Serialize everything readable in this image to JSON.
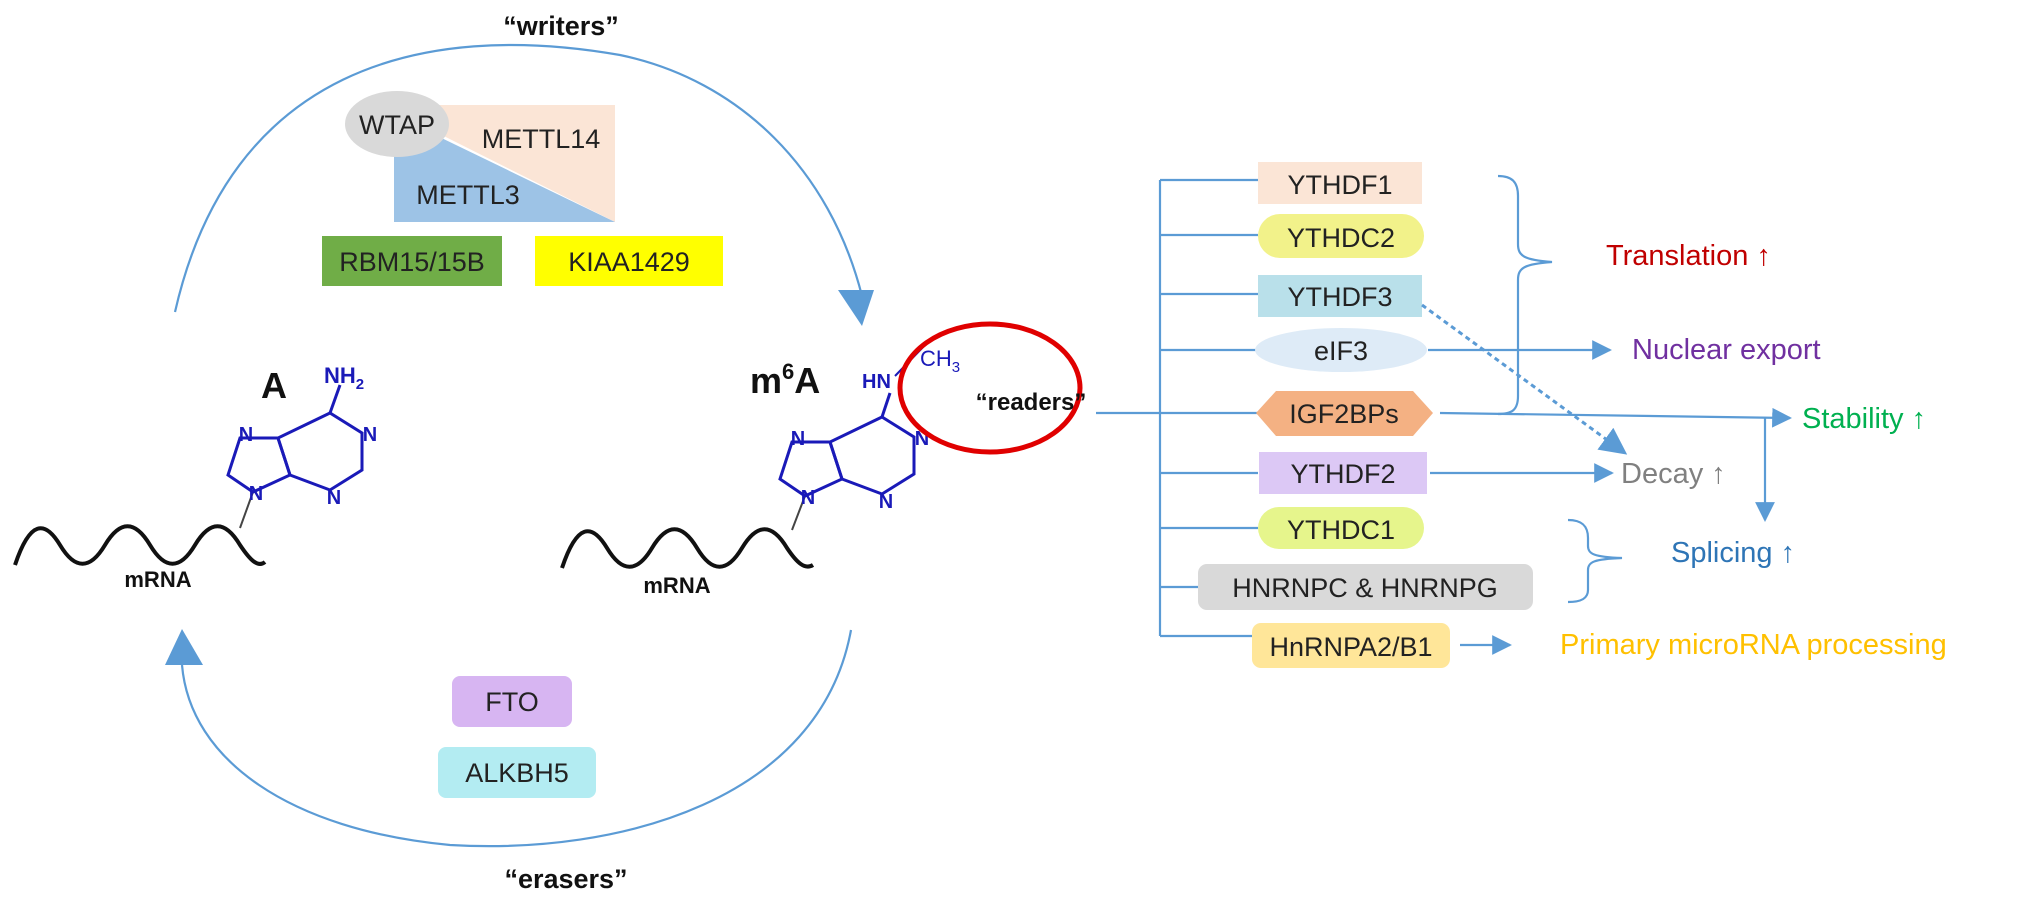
{
  "cycle": {
    "writers_label": "“writers”",
    "erasers_label": "“erasers”",
    "readers_label": "“readers”"
  },
  "molecules": {
    "a_label": "A",
    "m6a_prefix": "m",
    "m6a_superscript": "6",
    "m6a_suffix": "A",
    "nh2_main": "NH",
    "nh2_sub": "2",
    "hn_label": "HN",
    "ch3_main": "CH",
    "ch3_sub": "3",
    "n_atom": "N",
    "mrna_label": "mRNA"
  },
  "writers": [
    {
      "label": "WTAP",
      "color": "#d9d9d9"
    },
    {
      "label": "METTL14",
      "color": "#fbe5d6"
    },
    {
      "label": "METTL3",
      "color": "#9dc3e6"
    },
    {
      "label": "RBM15/15B",
      "color": "#70ad47"
    },
    {
      "label": "KIAA1429",
      "color": "#ffff00"
    }
  ],
  "erasers": [
    {
      "label": "FTO",
      "color": "#d7b5f2"
    },
    {
      "label": "ALKBH5",
      "color": "#b3ecf2"
    }
  ],
  "readers": [
    {
      "label": "YTHDF1",
      "color": "#fbe5d6"
    },
    {
      "label": "YTHDC2",
      "color": "#f2f28a"
    },
    {
      "label": "YTHDF3",
      "color": "#b9e0ea"
    },
    {
      "label": "eIF3",
      "color": "#deebf7"
    },
    {
      "label": "IGF2BPs",
      "color": "#f4b183"
    },
    {
      "label": "YTHDF2",
      "color": "#dcc8f5"
    },
    {
      "label": "YTHDC1",
      "color": "#e6f58c"
    },
    {
      "label": "HNRNPC & HNRNPG",
      "color": "#d9d9d9"
    },
    {
      "label": "HnRNPA2/B1",
      "color": "#ffe699"
    }
  ],
  "outcomes": [
    {
      "label": "Translation ↑",
      "color": "#c00000"
    },
    {
      "label": "Nuclear export",
      "color": "#7030a0"
    },
    {
      "label": "Stability ↑",
      "color": "#00b050"
    },
    {
      "label": "Decay ↑",
      "color": "#808080"
    },
    {
      "label": "Splicing ↑",
      "color": "#2e75b6"
    },
    {
      "label": "Primary microRNA processing",
      "color": "#ffc000"
    }
  ],
  "colors": {
    "arrow": "#5b9bd5",
    "readers_circle": "#e00000",
    "chem": "#1a1ab8"
  }
}
